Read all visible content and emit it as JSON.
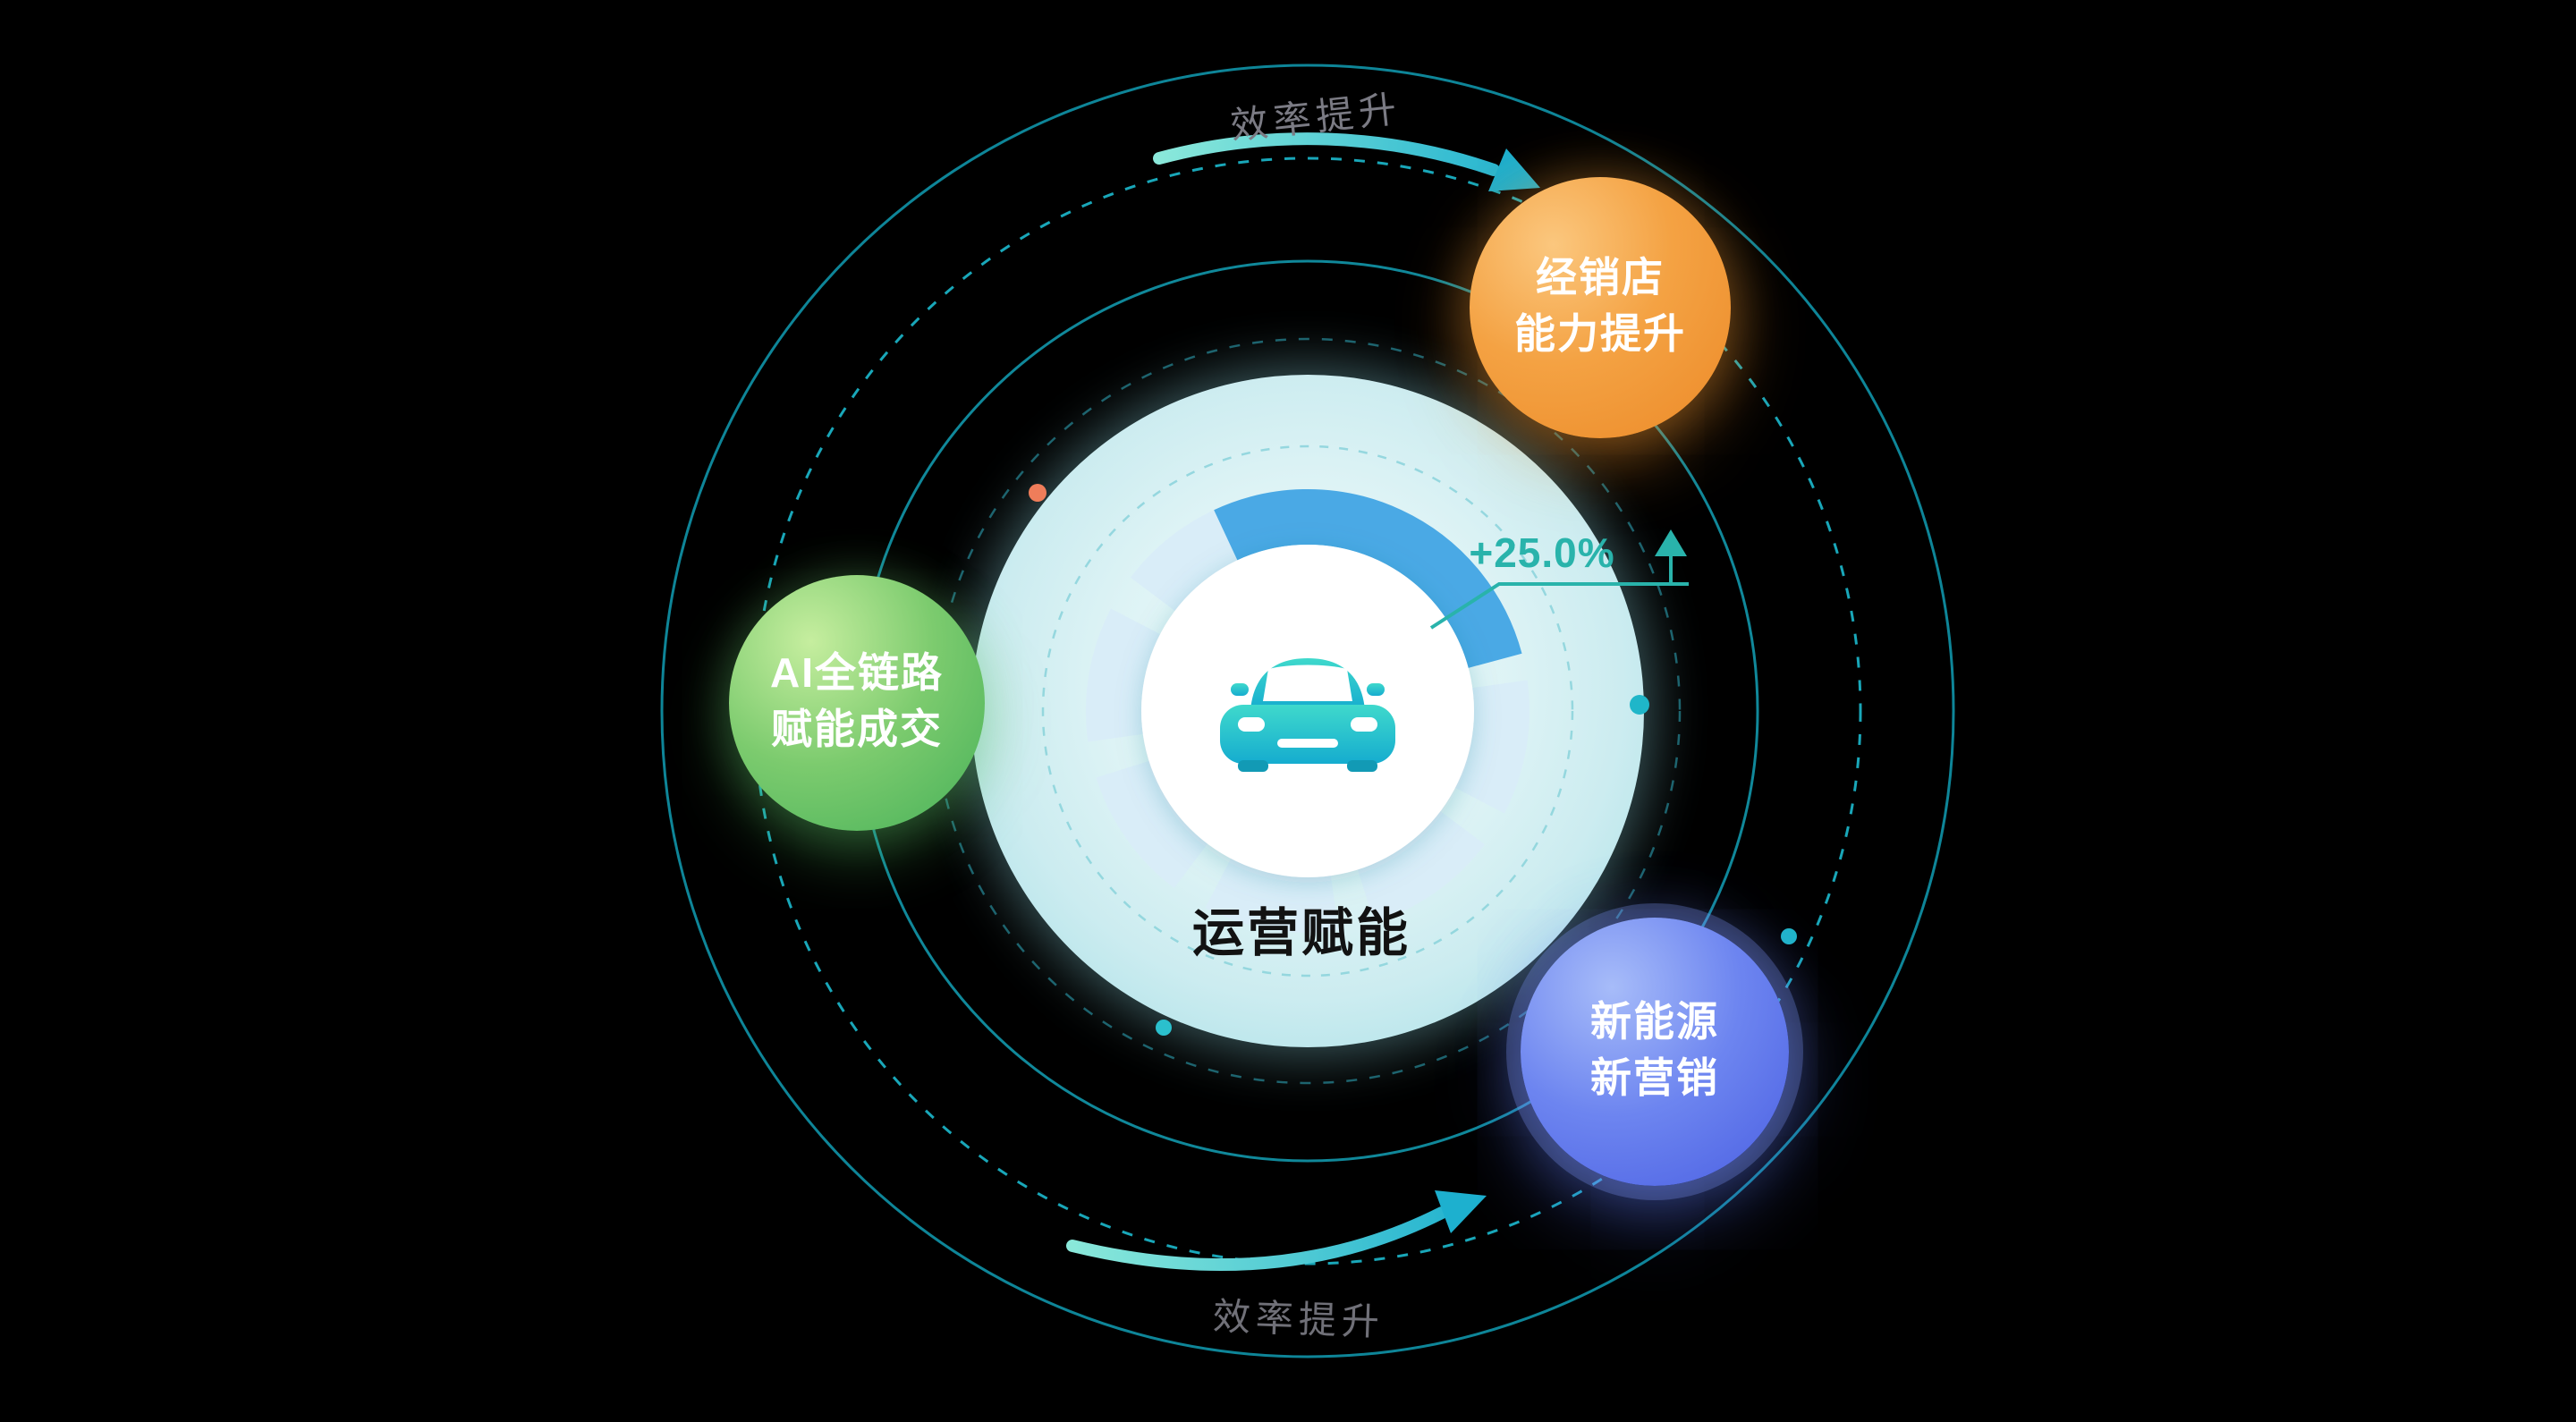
{
  "hub": {
    "label": "运营赋能",
    "metric": "+25.0%",
    "icon": "car-icon"
  },
  "bubbles": {
    "dealer": {
      "line1": "经销店",
      "line2": "能力提升",
      "color": "#EC8A28"
    },
    "ai": {
      "line1": "AI全链路",
      "line2": "赋能成交",
      "color": "#47B159"
    },
    "nev": {
      "line1": "新能源",
      "line2": "新营销",
      "color": "#4A5FE2"
    }
  },
  "orbit_labels": {
    "top": "效率提升",
    "bottom": "效率提升"
  },
  "colors": {
    "background": "#000000",
    "ring_solid": "#0F8CA0",
    "ring_dashed": "#1CB9CD",
    "arrow_teal": "#1DB0CF",
    "gauge_highlight": "#4AA9E5",
    "metric_accent": "#29B3AB",
    "hub_disc": "#D6F1F4"
  }
}
